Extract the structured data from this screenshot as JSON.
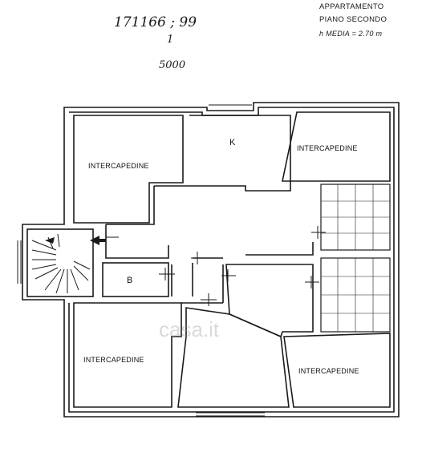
{
  "annotations": {
    "ref_number": "171166 ; 99",
    "ref_sub": "1",
    "scale": "5000"
  },
  "header": {
    "line1": "APPARTAMENTO",
    "line2": "PIANO SECONDO",
    "line3": "h MEDIA = 2.70 m"
  },
  "rooms": {
    "top_left": "INTERCAPEDINE",
    "kitchen": "K",
    "top_right": "INTERCAPEDINE",
    "bath": "B",
    "bottom_left": "INTERCAPEDINE",
    "bottom_right": "INTERCAPEDINE"
  },
  "watermark": "casa.it",
  "colors": {
    "ink": "#1a1a1a",
    "paper": "#ffffff"
  }
}
